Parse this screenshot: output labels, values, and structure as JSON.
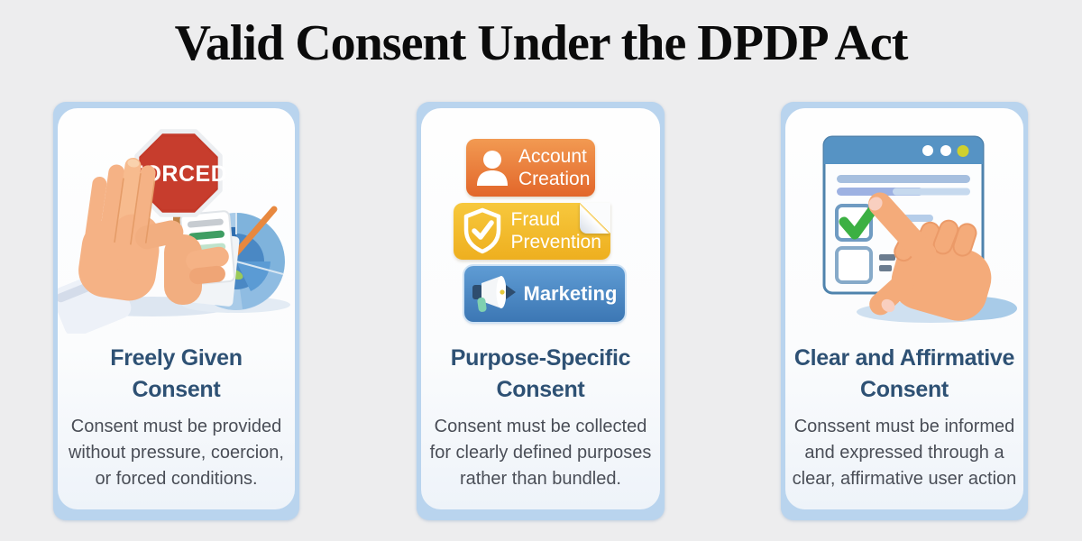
{
  "title": "Valid Consent Under the DPDP Act",
  "colors": {
    "background": "#ededee",
    "card_backing": "#b9d4ee",
    "card_face": "#fdfdfe",
    "heading_navy": "#2e5174",
    "body_gray": "#4a4e57",
    "stop_sign_red": "#c43a2a",
    "badge_orange": "#e8732f",
    "badge_yellow": "#f2b71f",
    "badge_blue": "#4484c4",
    "check_green": "#3cb043"
  },
  "cards": [
    {
      "heading": "Freely Given\nConsent",
      "body": "Consent must be provided\nwithout pressure, coercion,\nor forced conditions.",
      "art": {
        "stop_sign_label": "FORCED",
        "icons": [
          "stop-hand-icon",
          "stop-sign-icon",
          "consent-form-icon",
          "pie-chart-icon",
          "pencil-icon",
          "leaf-icon"
        ]
      }
    },
    {
      "heading": "Purpose-Specific\nConsent",
      "body": "Consent must be collected\nfor clearly defined purposes\nrather than bundled.",
      "badges": [
        {
          "label": "Account\nCreation",
          "icon": "user-icon",
          "color": "#e8732f"
        },
        {
          "label": "Fraud\nPrevention",
          "icon": "shield-check-icon",
          "color": "#f2b71f"
        },
        {
          "label": "Marketing",
          "icon": "megaphone-icon",
          "color": "#4484c4"
        }
      ]
    },
    {
      "heading": "Clear and Affirmative\nConsent",
      "body": "Conssent must be informed\nand expressed through a\nclear, affirmative user action",
      "art": {
        "icons": [
          "browser-window-icon",
          "checkbox-checked-icon",
          "checkbox-empty-icon",
          "pointing-hand-icon",
          "window-dots-icon"
        ]
      }
    }
  ]
}
